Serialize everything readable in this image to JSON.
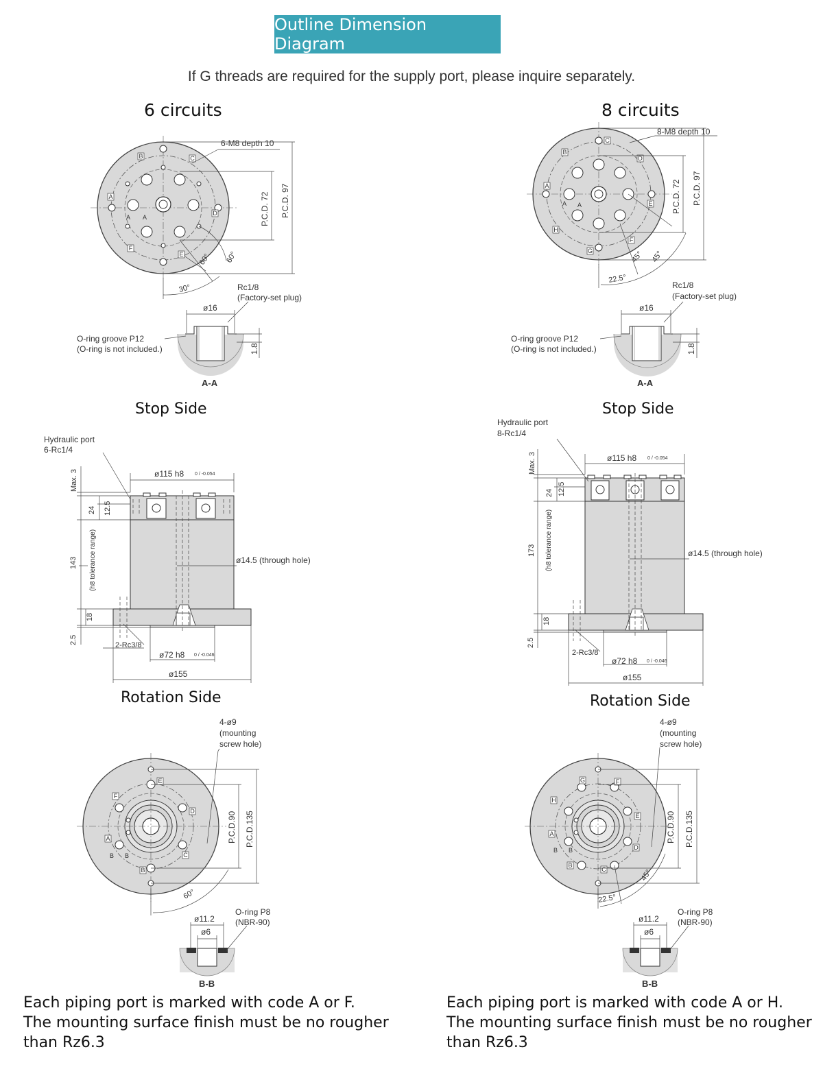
{
  "banner": "Outline Dimension Diagram",
  "subtitle": "If G threads are required for the supply port, please inquire separately.",
  "left": {
    "title": "6 circuits",
    "top_view": {
      "thread": "6-M8 depth 10",
      "pcd1": "P.C.D. 72",
      "pcd2": "97",
      "angle1": "60°",
      "angle2": "60°",
      "angle3": "30°",
      "ports": [
        "A",
        "B",
        "C",
        "D",
        "E",
        "F"
      ]
    },
    "section_aa": {
      "plug": "Rc1/8",
      "plug_note": "(Factory-set plug)",
      "dia": "ø16",
      "groove": "O-ring groove P12",
      "groove_note": "(O-ring is not included.)",
      "depth": "1.8",
      "label": "A-A"
    },
    "stop_side_title": "Stop Side",
    "side_view": {
      "port": "Hydraulic port",
      "port_spec": "6-Rc1/4",
      "dia_top": "ø115 h8",
      "tol_top": "0 / -0.054",
      "max": "Max. 3",
      "h24": "24",
      "h12": "12.5",
      "height": "143",
      "height_note": "(h8 tolerance range)",
      "through": "ø14.5 (through hole)",
      "h18": "18",
      "h25": "2.5",
      "rc38": "2-Rc3/8",
      "dia72": "ø72 h8",
      "tol72": "0 / -0.046",
      "dia155": "ø155"
    },
    "rotation_side_title": "Rotation Side",
    "bottom_view": {
      "screw": "4-ø9",
      "screw_note1": "(mounting",
      "screw_note2": "screw hole)",
      "pcd90": "P.C.D.90",
      "pcd135": "P.C.D.135",
      "angle": "60°",
      "ports": [
        "A",
        "B",
        "C",
        "D",
        "E",
        "F"
      ]
    },
    "section_bb": {
      "d112": "ø11.2",
      "d6": "ø6",
      "oring": "O-ring P8",
      "oring_note": "(NBR-90)",
      "label": "B-B"
    },
    "note1": "Each piping port is marked with code A or F.",
    "note2": "The mounting surface finish must be no rougher",
    "note3": "than Rz6.3"
  },
  "right": {
    "title": "8 circuits",
    "top_view": {
      "thread": "8-M8 depth 10",
      "pcd1": "P.C.D. 72",
      "pcd2": "97",
      "angle1": "45°",
      "angle2": "45°",
      "angle3": "22.5°",
      "ports": [
        "A",
        "B",
        "C",
        "D",
        "E",
        "F",
        "G",
        "H"
      ]
    },
    "section_aa": {
      "plug": "Rc1/8",
      "plug_note": "(Factory-set plug)",
      "dia": "ø16",
      "groove": "O-ring groove P12",
      "groove_note": "(O-ring is not included.)",
      "depth": "1.8",
      "label": "A-A"
    },
    "stop_side_title": "Stop Side",
    "side_view": {
      "port": "Hydraulic port",
      "port_spec": "8-Rc1/4",
      "dia_top": "ø115 h8",
      "tol_top": "0 / -0.054",
      "max": "Max. 3",
      "h24": "24",
      "h12": "12.5",
      "height": "173",
      "height_note": "(h8 tolerance range)",
      "through": "ø14.5 (through hole)",
      "h18": "18",
      "h25": "2.5",
      "rc38": "2-Rc3/8",
      "dia72": "ø72 h8",
      "tol72": "0 / -0.046",
      "dia155": "ø155"
    },
    "rotation_side_title": "Rotation Side",
    "bottom_view": {
      "screw": "4-ø9",
      "screw_note1": "(mounting",
      "screw_note2": "screw hole)",
      "pcd90": "P.C.D.90",
      "pcd135": "P.C.D.135",
      "angle1": "45°",
      "angle2": "22.5°",
      "ports": [
        "A",
        "B",
        "C",
        "D",
        "E",
        "F",
        "G",
        "H"
      ]
    },
    "section_bb": {
      "d112": "ø11.2",
      "d6": "ø6",
      "oring": "O-ring P8",
      "oring_note": "(NBR-90)",
      "label": "B-B"
    },
    "note1": "Each piping port is marked with code A or H.",
    "note2": "The mounting surface finish must be no rougher",
    "note3": "than Rz6.3"
  }
}
